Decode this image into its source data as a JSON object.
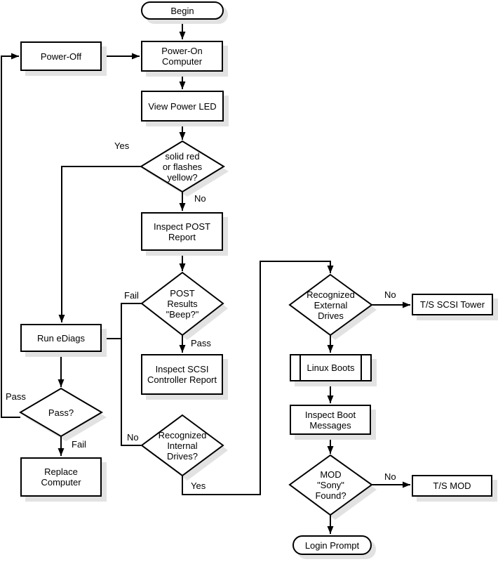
{
  "diagram": {
    "nodes": {
      "begin": "Begin",
      "power_off": "Power-Off",
      "power_on": "Power-On\nComputer",
      "view_power_led": "View Power LED",
      "led_decision": "solid red\nor flashes\nyellow?",
      "inspect_post": "Inspect POST\nReport",
      "post_decision": "POST\nResults\n\"Beep?\"",
      "inspect_scsi": "Inspect SCSI\nController Report",
      "internal_decision": "Recognized\nInternal\nDrives?",
      "run_ediags": "Run eDiags",
      "pass_decision": "Pass?",
      "replace_computer": "Replace\nComputer",
      "external_decision": "Recognized\nExternal\nDrives",
      "ts_scsi_tower": "T/S SCSI Tower",
      "linux_boots": "Linux Boots",
      "inspect_boot": "Inspect Boot\nMessages",
      "mod_decision": "MOD\n\"Sony\"\nFound?",
      "ts_mod": "T/S MOD",
      "login_prompt": "Login Prompt"
    },
    "edge_labels": {
      "led_yes": "Yes",
      "led_no": "No",
      "post_fail": "Fail",
      "post_pass": "Pass",
      "internal_no": "No",
      "internal_yes": "Yes",
      "external_no": "No",
      "mod_no": "No",
      "pass_loop": "Pass",
      "pass_fail": "Fail"
    },
    "colors": {
      "line": "#000000",
      "shadow": "#e2e2e2",
      "node_fill": "#ffffff"
    }
  }
}
